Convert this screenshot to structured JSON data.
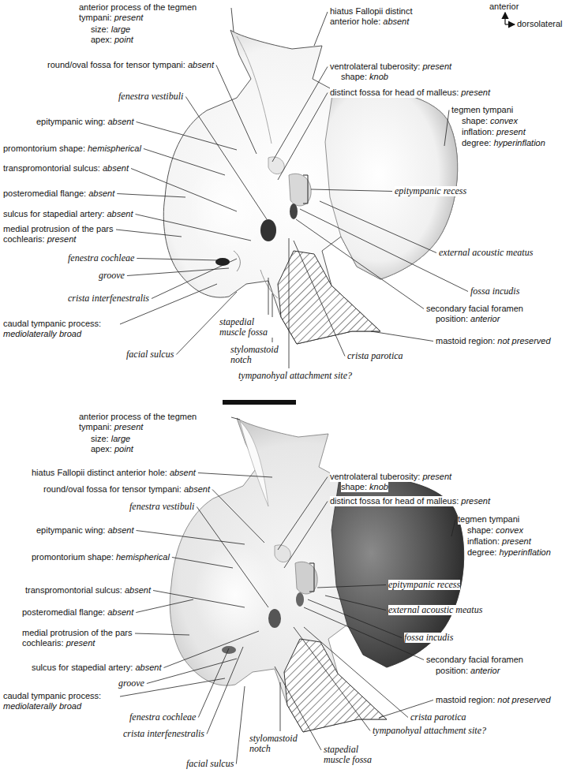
{
  "diagram": {
    "labels": [
      "anterior process of the tegmen tympani: present",
      "size: large",
      "apex: point",
      "hiatus Fallopii distinct anterior hole: absent",
      "anterior",
      "dorsolateral",
      "round/oval fossa for tensor tympani: absent",
      "ventrolateral tuberosity: present",
      "shape: knob",
      "distinct fossa for head of malleus: present",
      "fenestra vestibuli",
      "tegmen tympani",
      "shape: convex",
      "inflation: present",
      "degree: hyperinflation",
      "epitympanic wing: absent",
      "promontorium shape: hemispherical",
      "transpromontorial sulcus: absent",
      "epitympanic recess",
      "posteromedial flange: absent",
      "sulcus for stapedial artery: absent",
      "medial protrusion of the pars cochlearis: present",
      "external acoustic meatus",
      "fenestra cochleae",
      "groove",
      "fossa incudis",
      "secondary facial foramen",
      "position: anterior",
      "crista interfenestralis",
      "caudal tympanic process: mediolaterally broad",
      "stapedial muscle fossa",
      "mastoid region: not preserved",
      "facial sulcus",
      "stylomastoid notch",
      "crista parotica",
      "tympanohyal attachment site?",
      "anterior process of the tegmen tympani: present",
      "size: large",
      "apex: point",
      "hiatus Fallopii distinct anterior hole: absent",
      "round/oval fossa for tensor tympani: absent",
      "ventrolateral tuberosity: present",
      "shape: knob",
      "distinct fossa for head of malleus: present",
      "fenestra vestibuli",
      "tegmen tympani",
      "shape: convex",
      "inflation: present",
      "degree: hyperinflation",
      "epitympanic wing: absent",
      "promontorium shape: hemispherical",
      "epitympanic recess",
      "transpromontorial sulcus: absent",
      "external acoustic meatus",
      "posteromedial flange: absent",
      "medial protrusion of the pars cochlearis: present",
      "fossa incudis",
      "secondary facial foramen",
      "position: anterior",
      "sulcus for stapedial artery: absent",
      "groove",
      "caudal tympanic process: mediolaterally broad",
      "mastoid region: not preserved",
      "fenestra cochleae",
      "crista parotica",
      "tympanohyal attachment site?",
      "crista interfenestralis",
      "stylomastoid notch",
      "stapedial muscle fossa",
      "facial sulcus"
    ]
  }
}
